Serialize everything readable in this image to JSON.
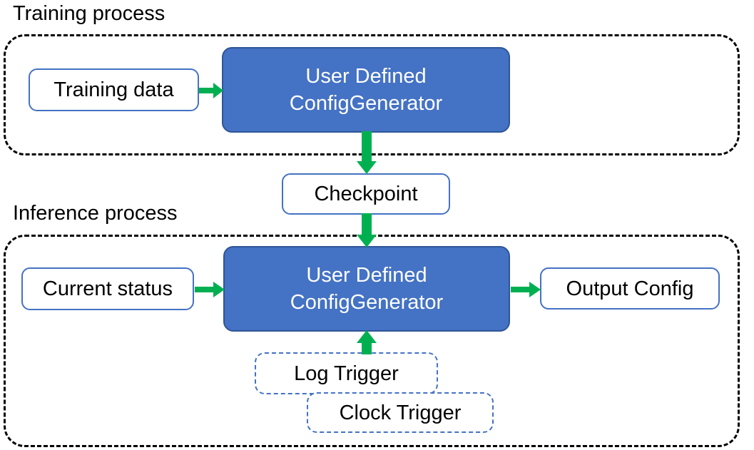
{
  "diagram": {
    "title_training": "Training process",
    "title_inference": "Inference process",
    "colors": {
      "process_box_fill": "#4472C4",
      "process_box_border": "#2F5597",
      "data_box_border": "#4472C4",
      "trigger_box_border": "#4472C4",
      "arrow": "#00B050",
      "container_border": "#000000",
      "text_dark": "#000000",
      "text_light": "#FFFFFF"
    },
    "training": {
      "nodes": {
        "training_data": "Training data",
        "generator": "User Defined\nConfigGenerator"
      }
    },
    "shared": {
      "checkpoint": "Checkpoint"
    },
    "inference": {
      "nodes": {
        "current_status": "Current status",
        "generator": "User Defined\nConfigGenerator",
        "output_config": "Output Config",
        "log_trigger": "Log Trigger",
        "clock_trigger": "Clock Trigger"
      }
    },
    "edges": [
      {
        "id": "training-data-to-generator",
        "from": "Training data",
        "to": "User Defined ConfigGenerator",
        "direction": "right"
      },
      {
        "id": "generator-to-checkpoint",
        "from": "User Defined ConfigGenerator",
        "to": "Checkpoint",
        "direction": "down"
      },
      {
        "id": "checkpoint-to-generator",
        "from": "Checkpoint",
        "to": "User Defined ConfigGenerator",
        "direction": "down"
      },
      {
        "id": "status-to-generator",
        "from": "Current status",
        "to": "User Defined ConfigGenerator",
        "direction": "right"
      },
      {
        "id": "generator-to-output",
        "from": "User Defined ConfigGenerator",
        "to": "Output Config",
        "direction": "right"
      },
      {
        "id": "trigger-to-generator",
        "from": "Log Trigger / Clock Trigger",
        "to": "User Defined ConfigGenerator",
        "direction": "up"
      }
    ]
  }
}
